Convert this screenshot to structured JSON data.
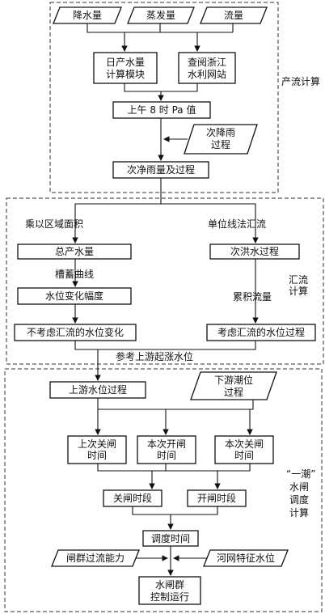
{
  "sections": {
    "runoff": "产流计算",
    "confluence": [
      "汇流",
      "计算"
    ],
    "gate": [
      "“一潮”",
      "水闸",
      "调度",
      "计算"
    ]
  },
  "nodes": {
    "rain": "降水量",
    "evap": "蒸发量",
    "flow": "流量",
    "calc_module": [
      "日产水量",
      "计算模块"
    ],
    "zj_site": [
      "查阅浙江",
      "水利网站"
    ],
    "pa_value": "上午 8 时 Pa 值",
    "rain_process": [
      "次降雨",
      "过程"
    ],
    "net_rain": "次净雨量及过程",
    "total_runoff": "总产水量",
    "flood_process": "次洪水过程",
    "level_change": "水位变化幅度",
    "no_conf_level": "不考虑汇流的水位变化",
    "conf_level": "考虑汇流的水位过程",
    "upstream": "上游水位过程",
    "downstream_tide": [
      "下游潮位",
      "过程"
    ],
    "last_close": [
      "上次关闸",
      "时间"
    ],
    "this_open": [
      "本次开闸",
      "时间"
    ],
    "this_close": [
      "本次关闸",
      "时间"
    ],
    "close_period": "关闸时段",
    "open_period": "开闸时段",
    "dispatch_time": "调度时间",
    "gate_capacity": "闸群过流能力",
    "network_level": "河网特征水位",
    "gate_control": [
      "水闸群",
      "控制运行"
    ]
  },
  "labels": {
    "area_mult": "乘以区域面积",
    "unit_hydro": "单位线法汇流",
    "storage_curve": "槽蓄曲线",
    "accum_flow": "累积流量",
    "ref_upstream": "参考上游起涨水位"
  }
}
